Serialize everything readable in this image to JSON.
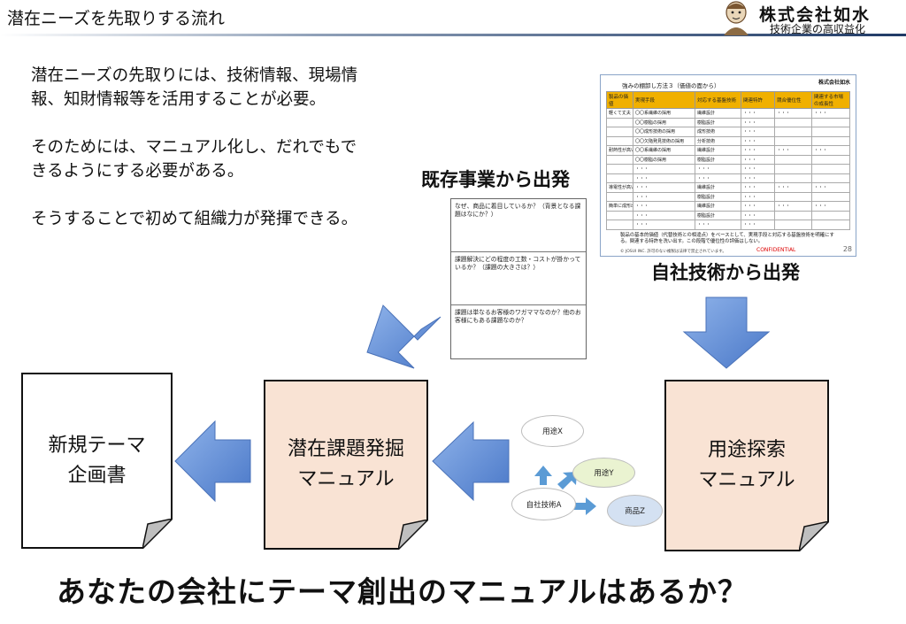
{
  "header": {
    "title": "潜在ニーズを先取りする流れ",
    "logo_name": "株式会社如水",
    "logo_tag": "技術企業の高収益化"
  },
  "intro": {
    "p1": "潜在ニーズの先取りには、技術情報、現場情報、知財情報等を活用することが必要。",
    "p2": "そのためには、マニュアル化し、だれでもできるようにする必要がある。",
    "p3": "そうすることで初めて組織力が発揮できる。"
  },
  "labels": {
    "existing": "既存事業から出発",
    "own_tech": "自社技術から出発"
  },
  "questions": [
    "なぜ、商品に着目しているか？（背景となる課題はなにか？）",
    "課題解決にどの程度の工数・コストが掛かっているか？（課題の大きさは？）",
    "課題は単なるお客様のワガママなのか？他のお客様にもある課題なのか？"
  ],
  "doc": {
    "title": "強みの棚卸し方法３（価値の面から）",
    "logo": "株式会社如水",
    "headers": [
      "製品の価値",
      "実現手段",
      "対応する基盤技術",
      "関連特許",
      "競合優位性",
      "関連する市場の成長性"
    ],
    "rows": [
      [
        "軽くて丈夫",
        "〇〇系繊維の採用",
        "繊維設計",
        "・・・",
        "・・・",
        "・・・"
      ],
      [
        "",
        "〇〇樹脂の採用",
        "樹脂設計",
        "・・・",
        "",
        ""
      ],
      [
        "",
        "〇〇成形技術の採用",
        "成形技術",
        "・・・",
        "",
        ""
      ],
      [
        "",
        "〇〇欠陥発見技術の採用",
        "分析技術",
        "・・・",
        "",
        ""
      ],
      [
        "耐熱性が高い",
        "〇〇系繊維の採用",
        "繊維設計",
        "・・・",
        "・・・",
        "・・・"
      ],
      [
        "",
        "〇〇樹脂の採用",
        "樹脂設計",
        "・・・",
        "",
        ""
      ],
      [
        "",
        "・・・",
        "・・・",
        "・・・",
        "",
        ""
      ],
      [
        "",
        "・・・",
        "・・・",
        "・・・",
        "",
        ""
      ],
      [
        "導電性が高い",
        "・・・",
        "繊維設計",
        "・・・",
        "・・・",
        "・・・"
      ],
      [
        "",
        "・・・",
        "樹脂設計",
        "・・・",
        "",
        ""
      ],
      [
        "簡単に成形出来る",
        "・・・",
        "繊維設計",
        "・・・",
        "・・・",
        "・・・"
      ],
      [
        "",
        "・・・",
        "樹脂設計",
        "・・・",
        "",
        ""
      ],
      [
        "",
        "・・・",
        "・・・",
        "・・・",
        "",
        ""
      ]
    ],
    "note": "製品の基本的価値（代替技術との相違点）をベースとして、実現手段と対応する基盤技術を明確にする。関連する特許を洗い出す。この段階で優位性の評価はしない。",
    "footer": "© JOSUI INC.  許可のない複製は法律で禁止されています。",
    "confidential": "CONFIDENTIAL",
    "page": "28"
  },
  "boxes": {
    "new_theme": "新規テーマ\n企画書",
    "latent": "潜在課題発掘\nマニュアル",
    "use": "用途探索\nマニュアル"
  },
  "bubbles": {
    "use_x": "用途X",
    "use_y": "用途Y",
    "own_tech": "自社技術A",
    "product_z": "商品Z"
  },
  "bottom_question": "あなたの会社にテーマ創出のマニュアルはあるか？",
  "colors": {
    "arrow": "#5b8bd6",
    "box_fill": "#f9e3d4",
    "table_header": "#f0b000",
    "bubble_y": "#eaf3d1",
    "bubble_z": "#d4e1f2"
  }
}
